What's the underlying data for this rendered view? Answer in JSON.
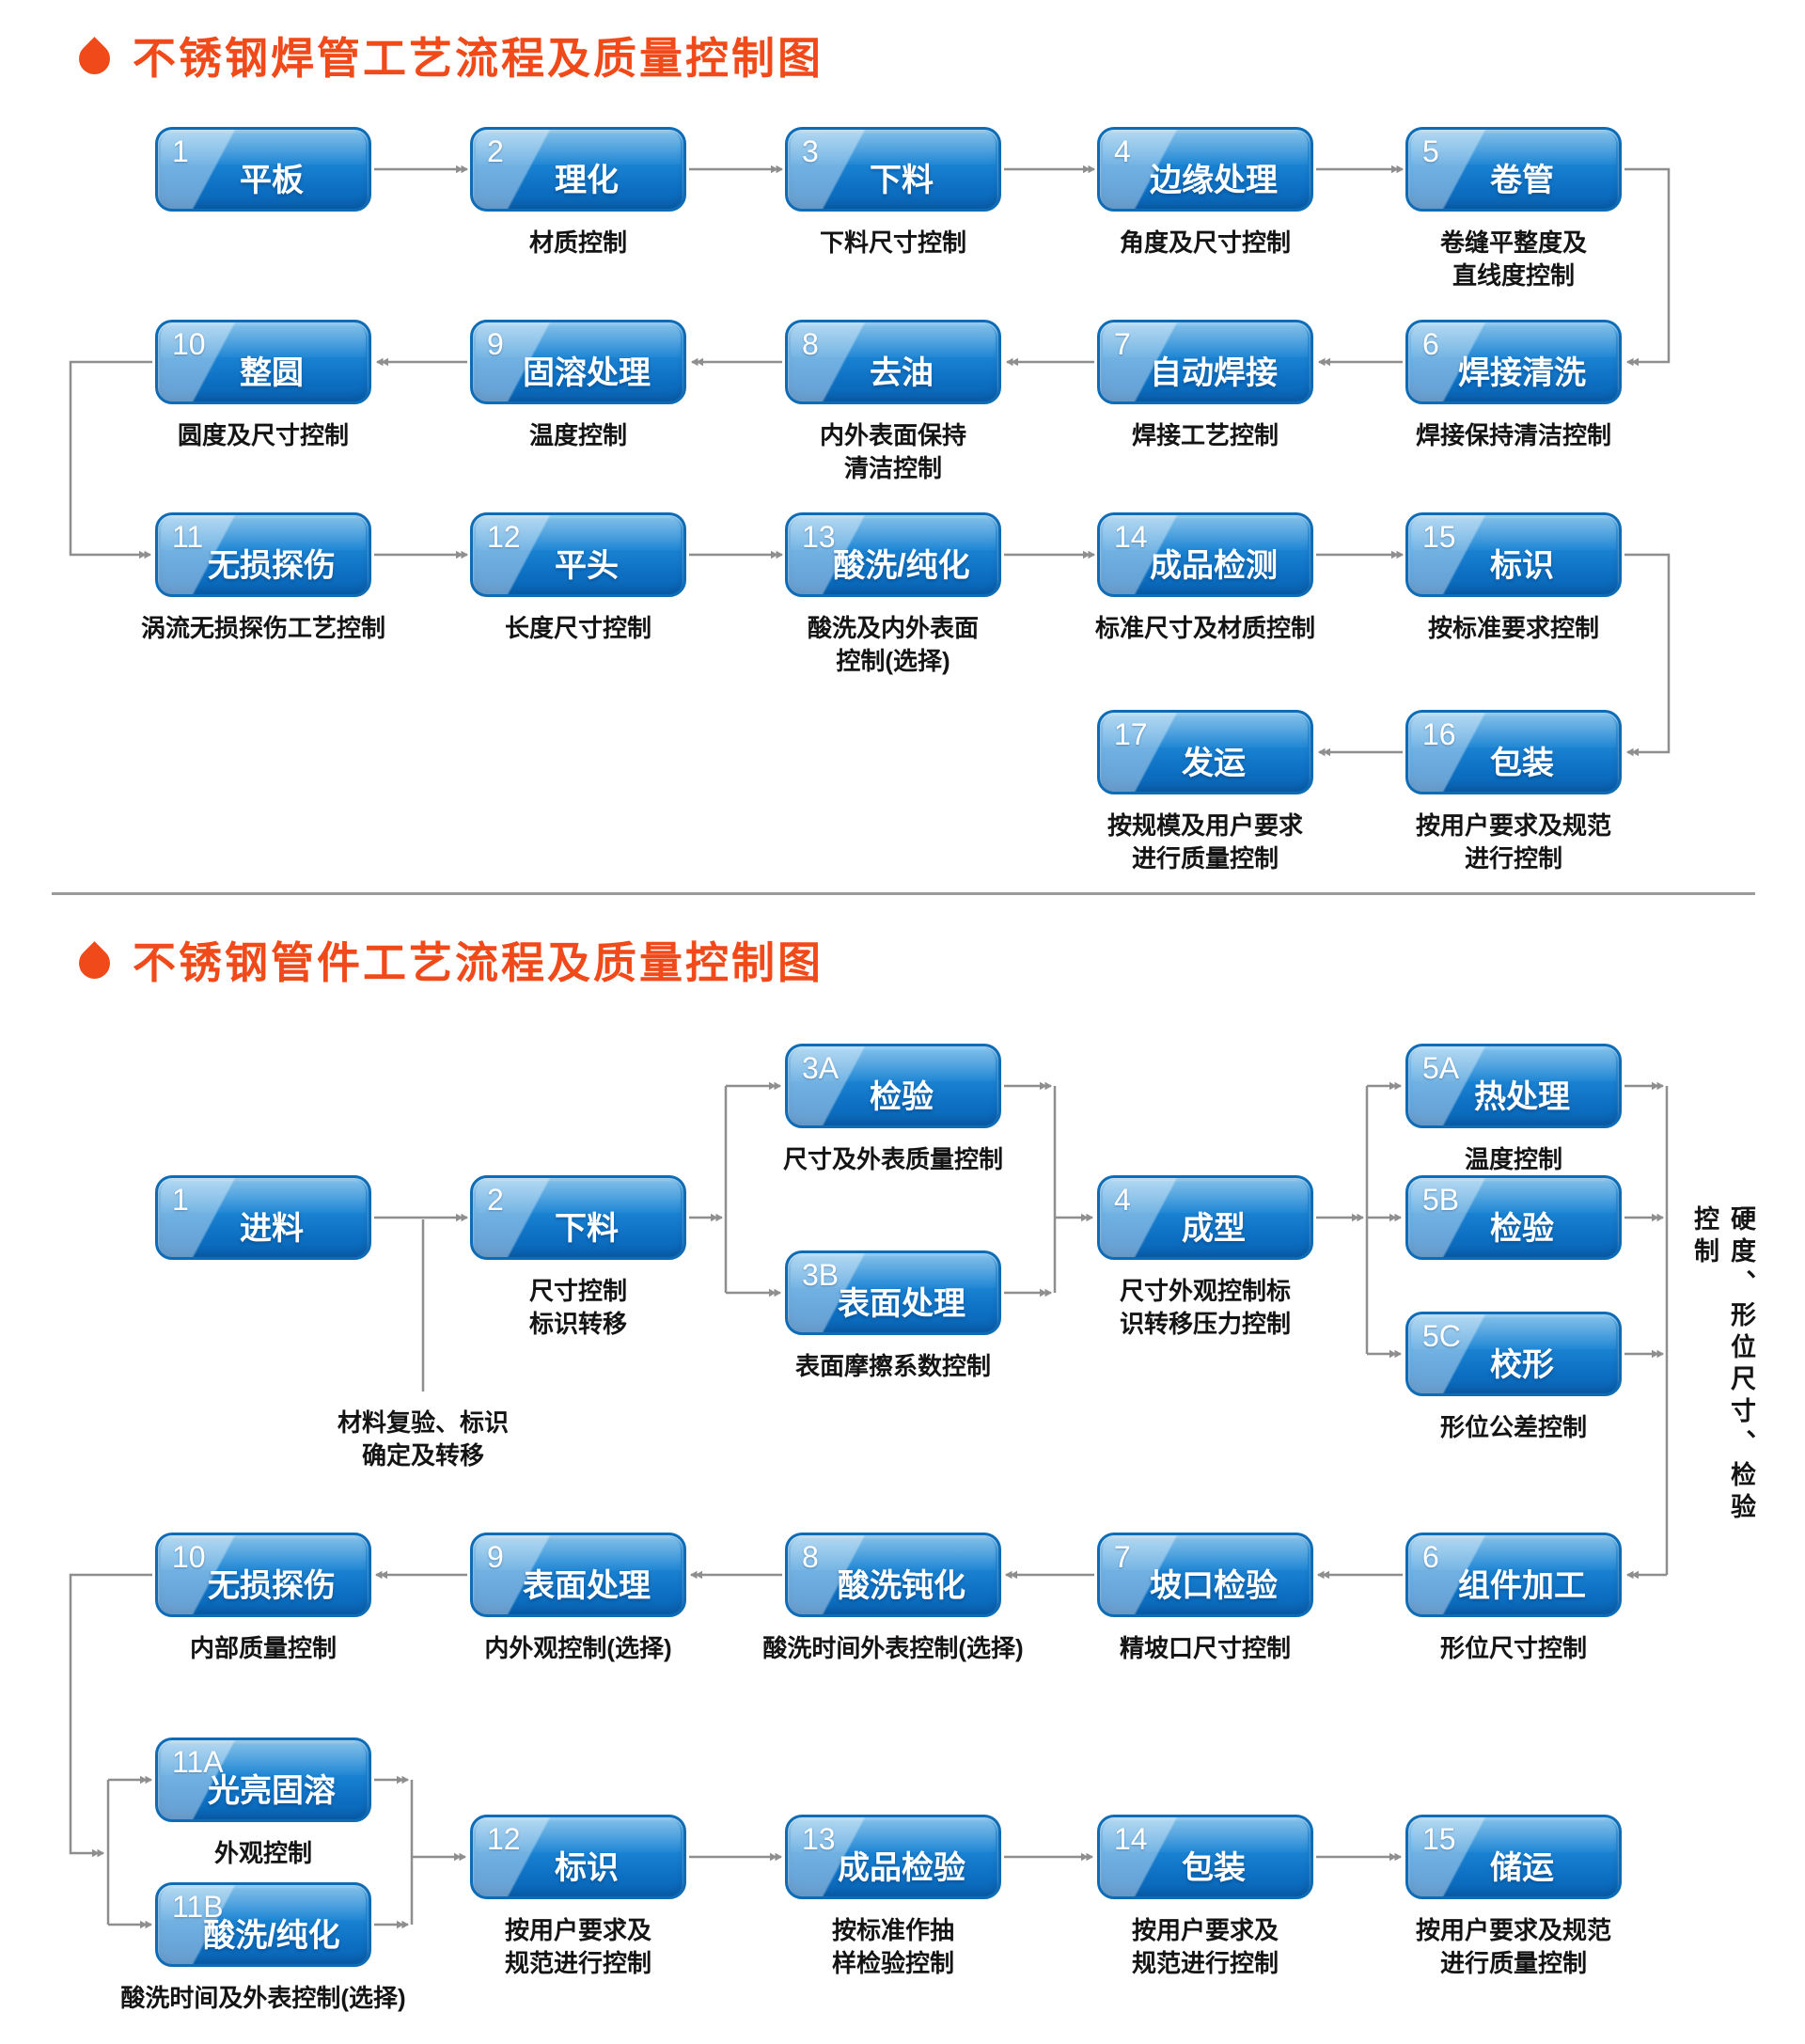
{
  "colors": {
    "title_orange": "#f04a1a",
    "box_blue_top": "#4aa4e0",
    "box_blue_bottom": "#0a65b4",
    "box_border": "#0e6cb6",
    "arrow_gray": "#8e8e8e",
    "text_dark": "#141414"
  },
  "sections": [
    {
      "title": "不锈钢焊管工艺流程及质量控制图",
      "bullet_icon": "drop-icon",
      "nodes": [
        {
          "id": "s1n1",
          "num": "1",
          "label": "平板",
          "sublabel": ""
        },
        {
          "id": "s1n2",
          "num": "2",
          "label": "理化",
          "sublabel": "材质控制"
        },
        {
          "id": "s1n3",
          "num": "3",
          "label": "下料",
          "sublabel": "下料尺寸控制"
        },
        {
          "id": "s1n4",
          "num": "4",
          "label": "边缘处理",
          "sublabel": "角度及尺寸控制"
        },
        {
          "id": "s1n5",
          "num": "5",
          "label": "卷管",
          "sublabel": "卷缝平整度及\n直线度控制"
        },
        {
          "id": "s1n6",
          "num": "6",
          "label": "焊接清洗",
          "sublabel": "焊接保持清洁控制"
        },
        {
          "id": "s1n7",
          "num": "7",
          "label": "自动焊接",
          "sublabel": "焊接工艺控制"
        },
        {
          "id": "s1n8",
          "num": "8",
          "label": "去油",
          "sublabel": "内外表面保持\n清洁控制"
        },
        {
          "id": "s1n9",
          "num": "9",
          "label": "固溶处理",
          "sublabel": "温度控制"
        },
        {
          "id": "s1n10",
          "num": "10",
          "label": "整圆",
          "sublabel": "圆度及尺寸控制"
        },
        {
          "id": "s1n11",
          "num": "11",
          "label": "无损探伤",
          "sublabel": "涡流无损探伤工艺控制"
        },
        {
          "id": "s1n12",
          "num": "12",
          "label": "平头",
          "sublabel": "长度尺寸控制"
        },
        {
          "id": "s1n13",
          "num": "13",
          "label": "酸洗/纯化",
          "sublabel": "酸洗及内外表面\n控制(选择)"
        },
        {
          "id": "s1n14",
          "num": "14",
          "label": "成品检测",
          "sublabel": "标准尺寸及材质控制"
        },
        {
          "id": "s1n15",
          "num": "15",
          "label": "标识",
          "sublabel": "按标准要求控制"
        },
        {
          "id": "s1n16",
          "num": "16",
          "label": "包装",
          "sublabel": "按用户要求及规范\n进行控制"
        },
        {
          "id": "s1n17",
          "num": "17",
          "label": "发运",
          "sublabel": "按规模及用户要求\n进行质量控制"
        }
      ]
    },
    {
      "title": "不锈钢管件工艺流程及质量控制图",
      "bullet_icon": "drop-icon",
      "nodes": [
        {
          "id": "s2n1",
          "num": "1",
          "label": "进料",
          "sublabel": ""
        },
        {
          "id": "s2n2",
          "num": "2",
          "label": "下料",
          "sublabel": "尺寸控制\n标识转移"
        },
        {
          "id": "s2n3a",
          "num": "3A",
          "label": "检验",
          "sublabel": "尺寸及外表质量控制"
        },
        {
          "id": "s2n3b",
          "num": "3B",
          "label": "表面处理",
          "sublabel": "表面摩擦系数控制"
        },
        {
          "id": "s2n4",
          "num": "4",
          "label": "成型",
          "sublabel": "尺寸外观控制标\n识转移压力控制"
        },
        {
          "id": "s2n5a",
          "num": "5A",
          "label": "热处理",
          "sublabel": "温度控制"
        },
        {
          "id": "s2n5b",
          "num": "5B",
          "label": "检验",
          "sublabel": ""
        },
        {
          "id": "s2n5c",
          "num": "5C",
          "label": "校形",
          "sublabel": "形位公差控制"
        },
        {
          "id": "s2n6",
          "num": "6",
          "label": "组件加工",
          "sublabel": "形位尺寸控制"
        },
        {
          "id": "s2n7",
          "num": "7",
          "label": "坡口检验",
          "sublabel": "精坡口尺寸控制"
        },
        {
          "id": "s2n8",
          "num": "8",
          "label": "酸洗钝化",
          "sublabel": "酸洗时间外表控制(选择)"
        },
        {
          "id": "s2n9",
          "num": "9",
          "label": "表面处理",
          "sublabel": "内外观控制(选择)"
        },
        {
          "id": "s2n10",
          "num": "10",
          "label": "无损探伤",
          "sublabel": "内部质量控制"
        },
        {
          "id": "s2n11a",
          "num": "11A",
          "label": "光亮固溶",
          "sublabel": "外观控制"
        },
        {
          "id": "s2n11b",
          "num": "11B",
          "label": "酸洗/纯化",
          "sublabel": "酸洗时间及外表控制(选择)"
        },
        {
          "id": "s2n12",
          "num": "12",
          "label": "标识",
          "sublabel": "按用户要求及\n规范进行控制"
        },
        {
          "id": "s2n13",
          "num": "13",
          "label": "成品检验",
          "sublabel": "按标准作抽\n样检验控制"
        },
        {
          "id": "s2n14",
          "num": "14",
          "label": "包装",
          "sublabel": "按用户要求及\n规范进行控制"
        },
        {
          "id": "s2n15",
          "num": "15",
          "label": "储运",
          "sublabel": "按用户要求及规范\n进行质量控制"
        }
      ],
      "annotations": [
        {
          "id": "feed_note",
          "text": "材料复验、标识\n确定及转移"
        },
        {
          "id": "side_note",
          "text": "硬度、形位尺寸、检验控制"
        }
      ]
    }
  ]
}
